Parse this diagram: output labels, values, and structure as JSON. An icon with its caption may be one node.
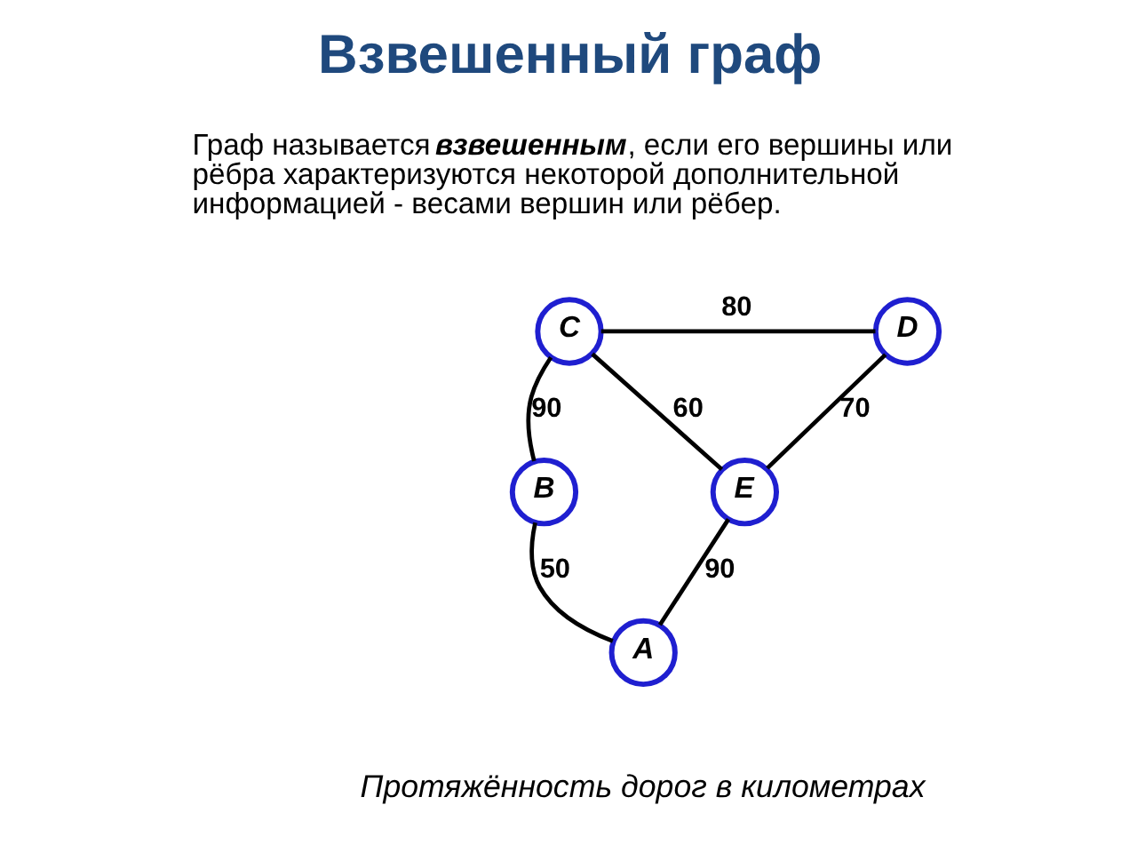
{
  "diagram": {
    "title": "Взвешенный граф",
    "caption": "Протяжённость дорог в километрах",
    "nodes": [
      {
        "text": [
          "C"
        ]
      },
      {
        "text": [
          "D"
        ]
      },
      {
        "text": [
          "B"
        ]
      },
      {
        "text": [
          "E"
        ]
      },
      {
        "text": [
          "A"
        ]
      }
    ],
    "edges": [
      {
        "from": 0,
        "to": 2,
        "arrow": "none",
        "label": "90"
      },
      {
        "from": 0,
        "to": 1,
        "arrow": "none",
        "label": "80"
      },
      {
        "from": 0,
        "to": 3,
        "arrow": "none",
        "label": "60"
      },
      {
        "from": 1,
        "to": 3,
        "arrow": "none",
        "label": "70"
      },
      {
        "from": 2,
        "to": 4,
        "arrow": "none",
        "label": "50"
      },
      {
        "from": 3,
        "to": 4,
        "arrow": "none",
        "label": "90"
      }
    ],
    "labels": [
      "Граф называется **взвешенным**, если его вершины или рёбра характеризуются некоторой дополнительной информацией - весами вершин или рёбер."
    ]
  }
}
